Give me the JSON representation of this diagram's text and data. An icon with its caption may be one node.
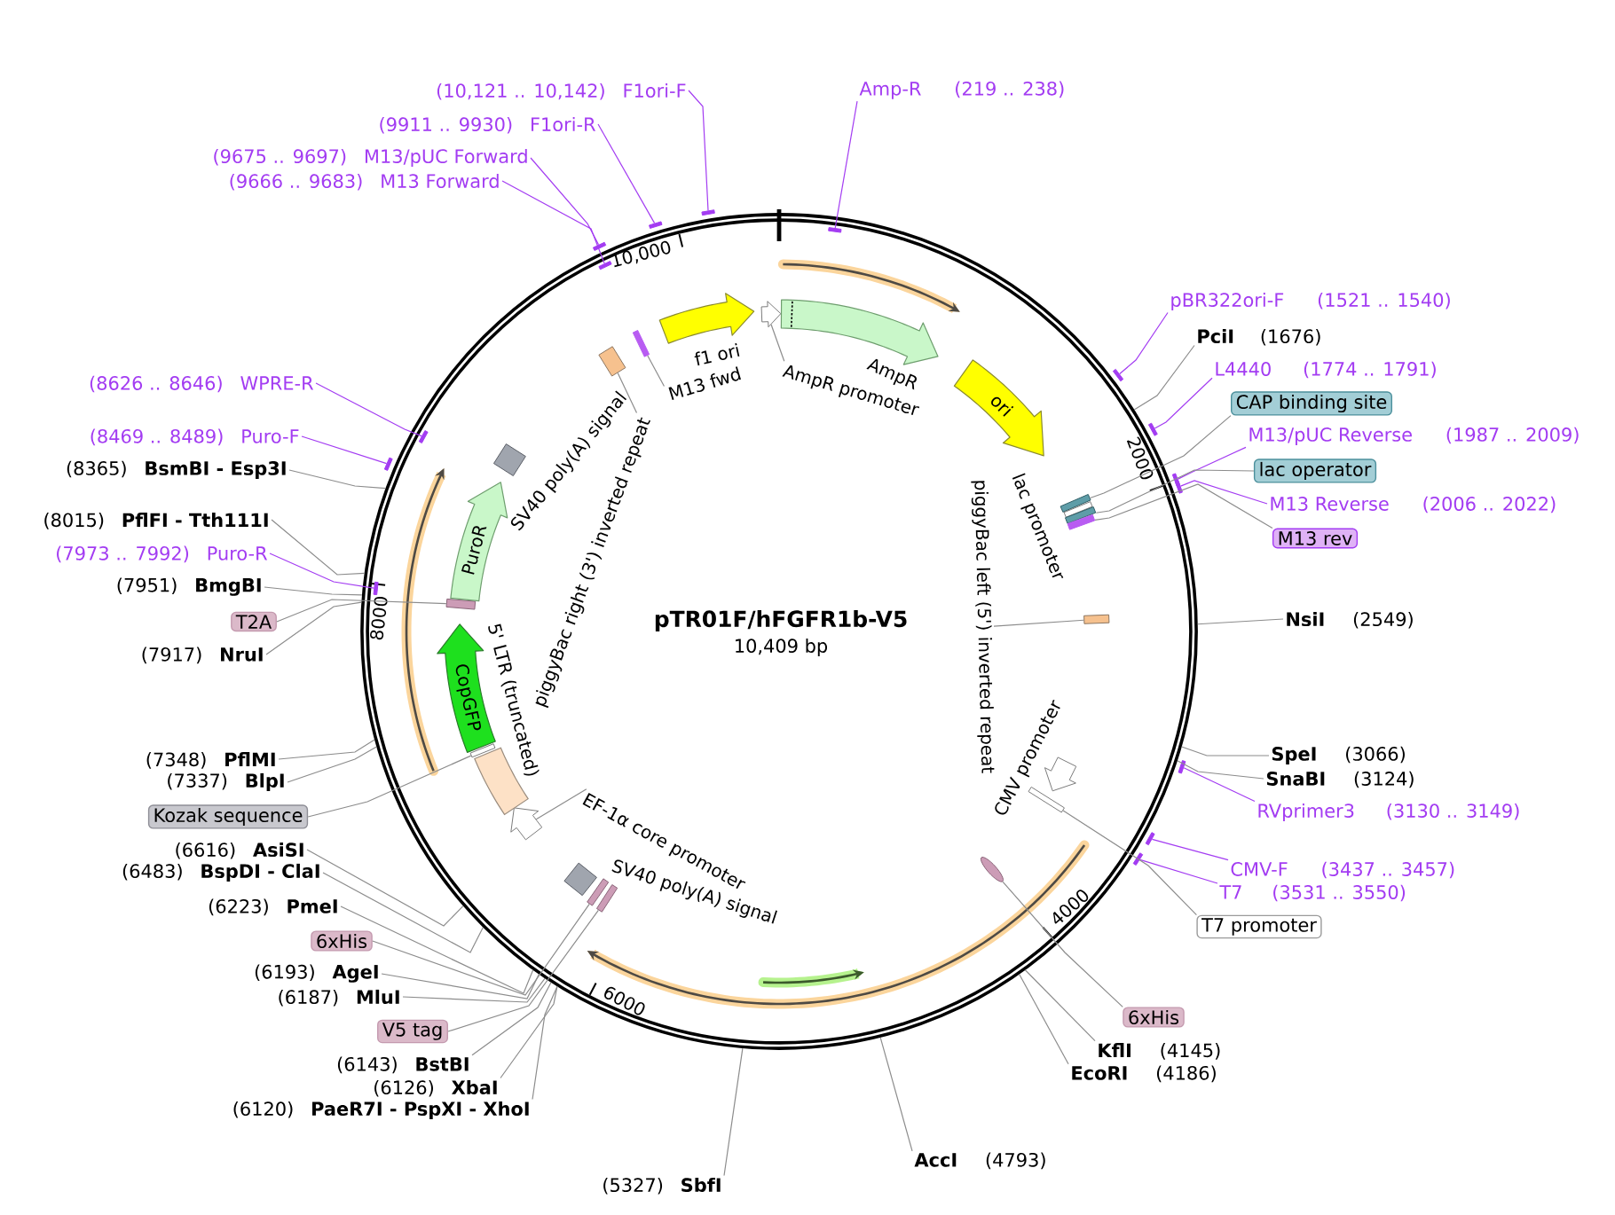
{
  "diagram": {
    "nodes": [
      {
        "text": [
          "pTR01F/hFGFR1b-V5",
          "10,409 bp"
        ]
      },
      {
        "text": [],
        "shape": "box",
        "in": 0
      },
      {
        "text": [],
        "shape": "bar",
        "in": 0
      },
      {
        "text": [
          "f1 ori"
        ],
        "in": 0
      },
      {
        "text": [],
        "shape": "arrow",
        "in": 0
      },
      {
        "text": [
          "AmpR"
        ],
        "in": 0
      },
      {
        "text": [
          "ori"
        ],
        "in": 0
      },
      {
        "text": [],
        "shape": "bar",
        "in": 0
      },
      {
        "text": [
          "lac promoter"
        ],
        "in": 0
      },
      {
        "text": [],
        "shape": "bar",
        "in": 0
      },
      {
        "text": [],
        "shape": "bar",
        "in": 0
      },
      {
        "text": [],
        "shape": "box",
        "in": 0
      },
      {
        "text": [
          "CMV promoter"
        ],
        "in": 0
      },
      {
        "text": [],
        "shape": "bar",
        "in": 0
      },
      {
        "text": [],
        "shape": "ellipse",
        "in": 0
      },
      {
        "text": [],
        "shape": "bar",
        "in": 0
      },
      {
        "text": [],
        "shape": "bar",
        "in": 0
      },
      {
        "text": [
          "SV40 poly(A) signal"
        ],
        "in": 0
      },
      {
        "text": [],
        "shape": "arrow",
        "in": 0
      },
      {
        "text": [
          "5' LTR (truncated)"
        ],
        "in": 0
      },
      {
        "text": [],
        "shape": "bar",
        "in": 0
      },
      {
        "text": [
          "CopGFP"
        ],
        "in": 0
      },
      {
        "text": [],
        "shape": "box",
        "in": 0
      },
      {
        "text": [
          "PuroR"
        ],
        "in": 0
      },
      {
        "text": [
          "SV40 poly(A) signal"
        ],
        "in": 0
      },
      {
        "text": [
          "M13 fwd"
        ],
        "in": 0
      },
      {
        "text": [
          "AmpR promoter"
        ],
        "in": 0
      },
      {
        "text": [
          "piggyBac left (5') inverted repeat"
        ],
        "in": 0
      },
      {
        "text": [
          "EF-1α core promoter"
        ],
        "in": 0
      },
      {
        "text": [
          "piggyBac right (3') inverted repeat"
        ],
        "in": 0
      },
      {
        "text": [
          "Amp-R",
          "(219 .. 238)"
        ]
      },
      {
        "text": [
          "pBR322ori-F",
          "(1521 .. 1540)"
        ]
      },
      {
        "text": [
          "PciI",
          "(1676)"
        ]
      },
      {
        "text": [
          "L4440",
          "(1774 .. 1791)"
        ]
      },
      {
        "text": [
          "CAP binding site"
        ]
      },
      {
        "text": [
          "M13/pUC Reverse",
          "(1987 .. 2009)"
        ]
      },
      {
        "text": [
          "lac operator"
        ]
      },
      {
        "text": [
          "M13 Reverse",
          "(2006 .. 2022)"
        ]
      },
      {
        "text": [
          "M13 rev"
        ]
      },
      {
        "text": [
          "NsiI",
          "(2549)"
        ]
      },
      {
        "text": [
          "SpeI",
          "(3066)"
        ]
      },
      {
        "text": [
          "SnaBI",
          "(3124)"
        ]
      },
      {
        "text": [
          "RVprimer3",
          "(3130 .. 3149)"
        ]
      },
      {
        "text": [
          "CMV-F",
          "(3437 .. 3457)"
        ]
      },
      {
        "text": [
          "T7",
          "(3531 .. 3550)"
        ]
      },
      {
        "text": [
          "T7 promoter"
        ]
      },
      {
        "text": [
          "6xHis"
        ]
      },
      {
        "text": [
          "KflI",
          "(4145)"
        ]
      },
      {
        "text": [
          "EcoRI",
          "(4186)"
        ]
      },
      {
        "text": [
          "AccI",
          "(4793)"
        ]
      },
      {
        "text": [
          "(5327)",
          "SbfI"
        ]
      },
      {
        "text": [
          "(6120)",
          "PaeR7I - PspXI - XhoI"
        ]
      },
      {
        "text": [
          "(6126)",
          "XbaI"
        ]
      },
      {
        "text": [
          "(6143)",
          "BstBI"
        ]
      },
      {
        "text": [
          "V5 tag"
        ]
      },
      {
        "text": [
          "(6187)",
          "MluI"
        ]
      },
      {
        "text": [
          "(6193)",
          "AgeI"
        ]
      },
      {
        "text": [
          "6xHis"
        ]
      },
      {
        "text": [
          "(6223)",
          "PmeI"
        ]
      },
      {
        "text": [
          "(6483)",
          "BspDI - ClaI"
        ]
      },
      {
        "text": [
          "(6616)",
          "AsiSI"
        ]
      },
      {
        "text": [
          "Kozak sequence"
        ]
      },
      {
        "text": [
          "(7337)",
          "BlpI"
        ]
      },
      {
        "text": [
          "(7348)",
          "PflMI"
        ]
      },
      {
        "text": [
          "(7917)",
          "NruI"
        ]
      },
      {
        "text": [
          "T2A"
        ]
      },
      {
        "text": [
          "(7951)",
          "BmgBI"
        ]
      },
      {
        "text": [
          "(7973 .. 7992)",
          "Puro-R"
        ]
      },
      {
        "text": [
          "(8015)",
          "PflFI - Tth111I"
        ]
      },
      {
        "text": [
          "(8365)",
          "BsmBI - Esp3I"
        ]
      },
      {
        "text": [
          "(8469 .. 8489)",
          "Puro-F"
        ]
      },
      {
        "text": [
          "(8626 .. 8646)",
          "WPRE-R"
        ]
      },
      {
        "text": [
          "(9666 .. 9683)",
          "M13 Forward"
        ]
      },
      {
        "text": [
          "(9675 .. 9697)",
          "M13/pUC Forward"
        ]
      },
      {
        "text": [
          "(9911 .. 9930)",
          "F1ori-R"
        ]
      },
      {
        "text": [
          "(10,121 .. 10,142)",
          "F1ori-F"
        ]
      },
      {
        "text": [],
        "shape": "bar",
        "in": 0
      },
      {
        "text": [],
        "shape": "bar"
      },
      {
        "text": [],
        "shape": "bar"
      },
      {
        "text": [],
        "shape": "bar"
      },
      {
        "text": [],
        "shape": "bar"
      },
      {
        "text": [],
        "shape": "bar"
      },
      {
        "text": [],
        "shape": "bar"
      },
      {
        "text": [],
        "shape": "bar"
      },
      {
        "text": [],
        "shape": "bar",
        "in": 0
      },
      {
        "text": [],
        "shape": "bar"
      },
      {
        "text": [],
        "shape": "bar",
        "in": 0
      },
      {
        "text": [],
        "shape": "bar",
        "in": 0
      },
      {
        "text": [],
        "shape": "bar"
      },
      {
        "text": [],
        "shape": "bar"
      },
      {
        "text": [],
        "shape": "bar"
      }
    ],
    "edges": [
      {
        "from": 25,
        "to": 2,
        "arrow": "none"
      },
      {
        "from": 26,
        "to": 4,
        "arrow": "none"
      },
      {
        "from": 27,
        "to": 11,
        "arrow": "none"
      },
      {
        "from": 28,
        "to": 18,
        "arrow": "none"
      },
      {
        "from": 29,
        "to": 1,
        "arrow": "none"
      },
      {
        "from": 30,
        "to": 76,
        "arrow": "none",
        "color": "#a33cf2"
      },
      {
        "from": 31,
        "to": 77,
        "arrow": "none",
        "color": "#a33cf2"
      },
      {
        "from": 32,
        "to": 0,
        "arrow": "none"
      },
      {
        "from": 33,
        "to": 78,
        "arrow": "none",
        "color": "#a33cf2"
      },
      {
        "from": 34,
        "to": 7,
        "arrow": "none"
      },
      {
        "from": 35,
        "to": 79,
        "arrow": "none",
        "color": "#a33cf2"
      },
      {
        "from": 36,
        "to": 9,
        "arrow": "none"
      },
      {
        "from": 37,
        "to": 80,
        "arrow": "none",
        "color": "#a33cf2"
      },
      {
        "from": 38,
        "to": 10,
        "arrow": "none"
      },
      {
        "from": 39,
        "to": 0,
        "arrow": "none"
      },
      {
        "from": 40,
        "to": 0,
        "arrow": "none"
      },
      {
        "from": 41,
        "to": 0,
        "arrow": "none"
      },
      {
        "from": 42,
        "to": 81,
        "arrow": "none",
        "color": "#a33cf2"
      },
      {
        "from": 43,
        "to": 82,
        "arrow": "none",
        "color": "#a33cf2"
      },
      {
        "from": 44,
        "to": 83,
        "arrow": "none",
        "color": "#a33cf2"
      },
      {
        "from": 45,
        "to": 13,
        "arrow": "none"
      },
      {
        "from": 46,
        "to": 14,
        "arrow": "none"
      },
      {
        "from": 47,
        "to": 0,
        "arrow": "none"
      },
      {
        "from": 48,
        "to": 0,
        "arrow": "none"
      },
      {
        "from": 49,
        "to": 0,
        "arrow": "none"
      },
      {
        "from": 50,
        "to": 0,
        "arrow": "none"
      },
      {
        "from": 51,
        "to": 0,
        "arrow": "none"
      },
      {
        "from": 52,
        "to": 0,
        "arrow": "none"
      },
      {
        "from": 53,
        "to": 0,
        "arrow": "none"
      },
      {
        "from": 54,
        "to": 15,
        "arrow": "none"
      },
      {
        "from": 55,
        "to": 0,
        "arrow": "none"
      },
      {
        "from": 56,
        "to": 0,
        "arrow": "none"
      },
      {
        "from": 57,
        "to": 16,
        "arrow": "none"
      },
      {
        "from": 58,
        "to": 0,
        "arrow": "none"
      },
      {
        "from": 59,
        "to": 0,
        "arrow": "none"
      },
      {
        "from": 60,
        "to": 0,
        "arrow": "none"
      },
      {
        "from": 61,
        "to": 20,
        "arrow": "none"
      },
      {
        "from": 62,
        "to": 0,
        "arrow": "none"
      },
      {
        "from": 63,
        "to": 0,
        "arrow": "none"
      },
      {
        "from": 64,
        "to": 0,
        "arrow": "none"
      },
      {
        "from": 65,
        "to": 22,
        "arrow": "none"
      },
      {
        "from": 66,
        "to": 0,
        "arrow": "none"
      },
      {
        "from": 67,
        "to": 84,
        "arrow": "none",
        "color": "#a33cf2"
      },
      {
        "from": 68,
        "to": 0,
        "arrow": "none"
      },
      {
        "from": 69,
        "to": 0,
        "arrow": "none"
      },
      {
        "from": 70,
        "to": 85,
        "arrow": "none",
        "color": "#a33cf2"
      },
      {
        "from": 71,
        "to": 86,
        "arrow": "none",
        "color": "#a33cf2"
      },
      {
        "from": 72,
        "to": 87,
        "arrow": "none",
        "color": "#a33cf2"
      },
      {
        "from": 73,
        "to": 88,
        "arrow": "none",
        "color": "#a33cf2"
      },
      {
        "from": 74,
        "to": 89,
        "arrow": "none",
        "color": "#a33cf2"
      },
      {
        "from": 75,
        "to": 90,
        "arrow": "none",
        "color": "#a33cf2"
      }
    ],
    "labels": [
      "2000",
      "4000",
      "6000",
      "8000",
      "10,000"
    ]
  }
}
